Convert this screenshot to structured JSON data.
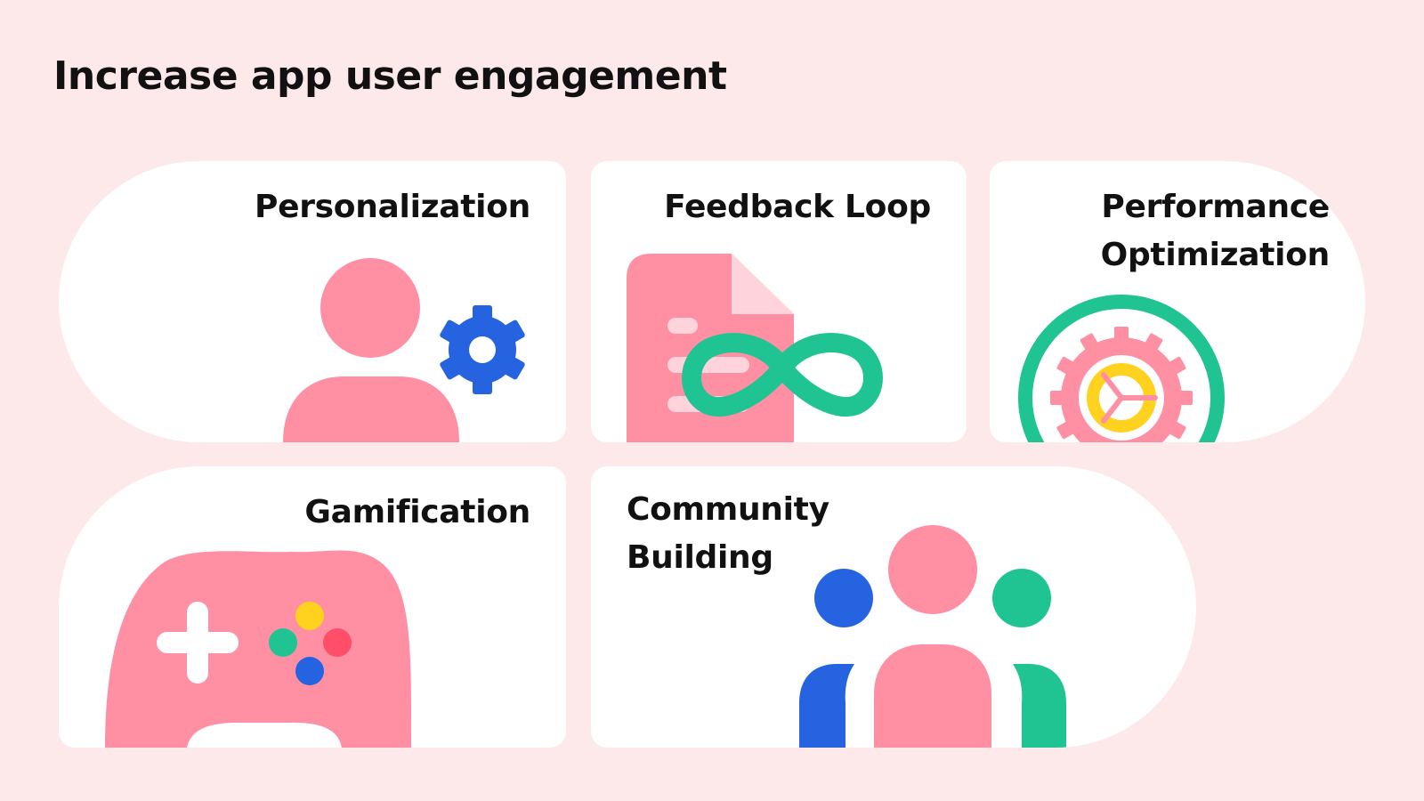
{
  "page": {
    "title": "Increase app user engagement"
  },
  "cards": {
    "personalization": {
      "label": "Personalization",
      "icon": "user-gear-icon"
    },
    "feedback": {
      "label": "Feedback Loop",
      "icon": "document-infinity-icon"
    },
    "performance": {
      "line1": "Performance",
      "line2": "Optimization",
      "icon": "gear-gauge-icon"
    },
    "gamification": {
      "label": "Gamification",
      "icon": "gamepad-icon"
    },
    "community": {
      "line1": "Community",
      "line2": "Building",
      "icon": "group-people-icon"
    }
  },
  "colors": {
    "background": "#fde8ea",
    "card": "#ffffff",
    "pink": "#ff8fa3",
    "light_pink": "#ffd3dc",
    "blue": "#2563e0",
    "green": "#20c493",
    "yellow": "#ffd21f",
    "red": "#ff4d6a"
  }
}
